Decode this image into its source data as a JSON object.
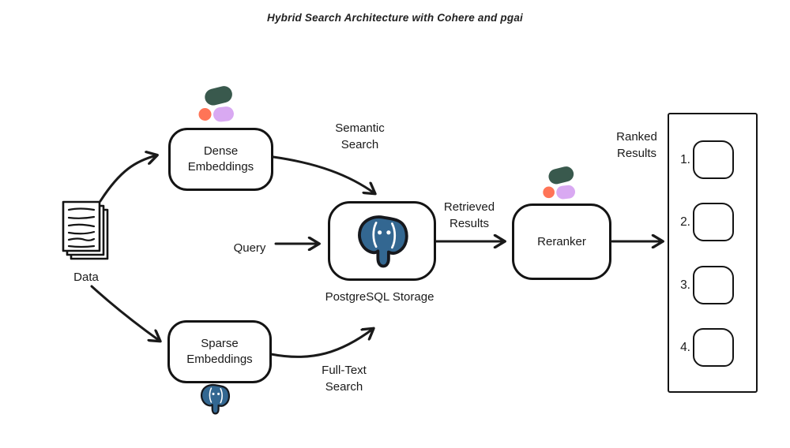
{
  "title": "Hybrid Search Architecture with Cohere and pgai",
  "colors": {
    "ink": "#1a1a1a",
    "cohere_green": "#39594D",
    "cohere_orange": "#FF7457",
    "cohere_lavender": "#D9A9F2",
    "postgres_blue": "#336791"
  },
  "nodes": {
    "data": {
      "label": "Data"
    },
    "dense": {
      "label": "Dense Embeddings"
    },
    "sparse": {
      "label": "Sparse Embeddings"
    },
    "postgres": {
      "caption": "PostgreSQL Storage"
    },
    "reranker": {
      "label": "Reranker"
    },
    "ranked_list": {
      "items": [
        {
          "rank": "1."
        },
        {
          "rank": "2."
        },
        {
          "rank": "3."
        },
        {
          "rank": "4."
        }
      ]
    }
  },
  "edges": {
    "semantic": {
      "label": "Semantic Search"
    },
    "query": {
      "label": "Query"
    },
    "fulltext": {
      "label": "Full-Text Search"
    },
    "retrieved": {
      "label": "Retrieved Results"
    },
    "ranked": {
      "label": "Ranked Results"
    }
  }
}
